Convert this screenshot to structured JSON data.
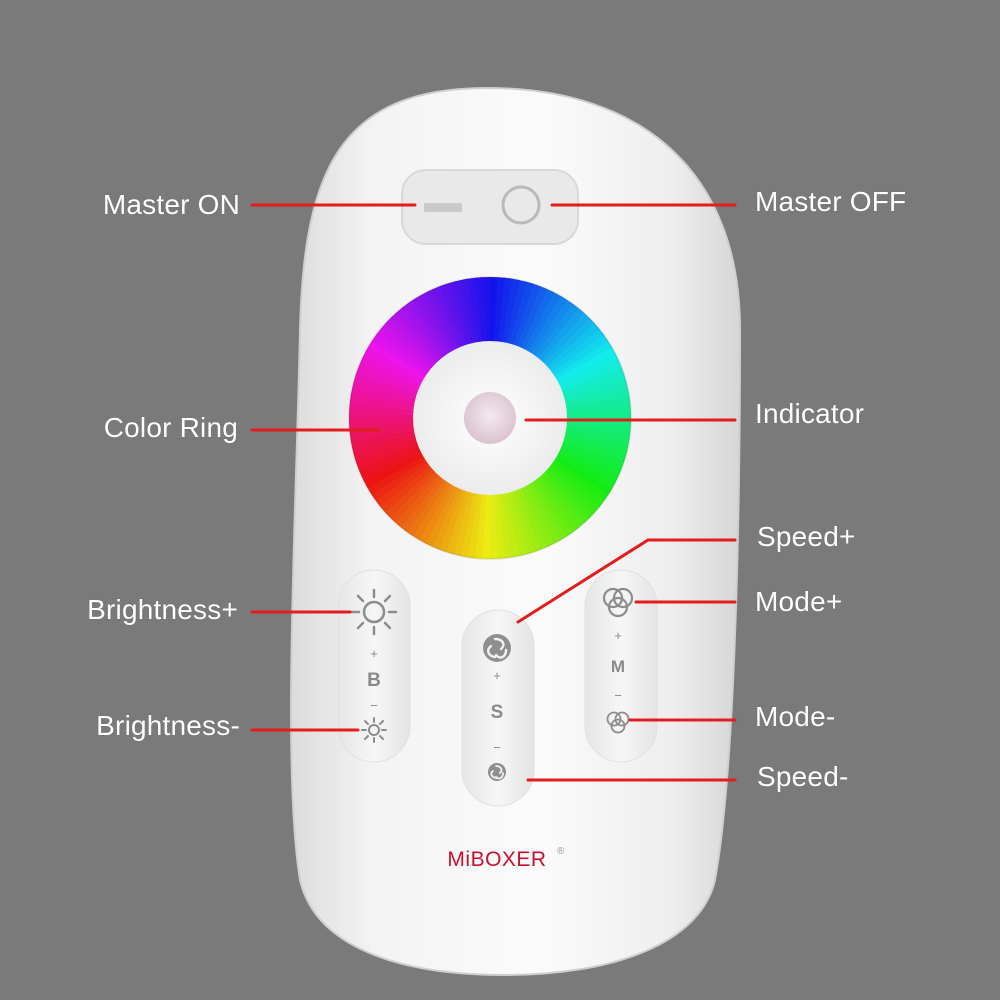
{
  "callouts": {
    "master_on": "Master ON",
    "master_off": "Master OFF",
    "color_ring": "Color Ring",
    "indicator": "Indicator",
    "speed_plus": "Speed+",
    "mode_plus": "Mode+",
    "brightness_plus": "Brightness+",
    "brightness_minus": "Brightness-",
    "mode_minus": "Mode-",
    "speed_minus": "Speed-"
  },
  "remote": {
    "brand": "MiBOXER",
    "brand_mark": "®",
    "brightness_key": "B",
    "speed_key": "S",
    "mode_key": "M",
    "plus_sign": "+",
    "minus_sign": "−"
  },
  "colors": {
    "background": "#7a7a7a",
    "callout_line": "#e11d1d",
    "remote_body": "#f4f4f4",
    "brand_red": "#c8102e"
  }
}
